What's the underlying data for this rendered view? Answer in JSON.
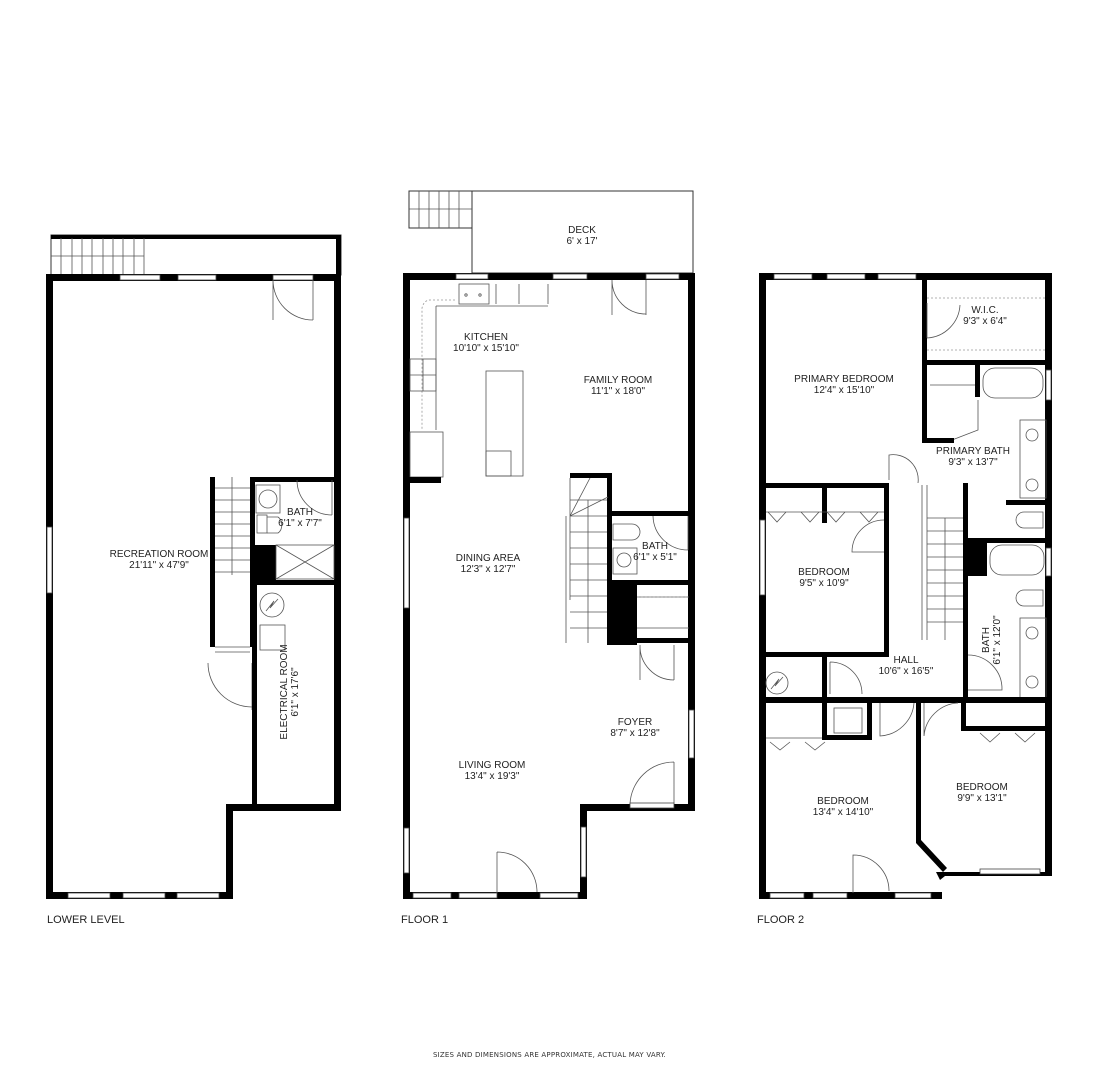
{
  "floors": [
    {
      "label": "LOWER LEVEL",
      "rooms": [
        {
          "name": "RECREATION ROOM",
          "dims": "21'11\" x 47'9\""
        },
        {
          "name": "BATH",
          "dims": "6'1\" x 7'7\""
        },
        {
          "name": "ELECTRICAL ROOM",
          "dims": "6'1\" x 17'6\""
        }
      ]
    },
    {
      "label": "FLOOR 1",
      "rooms": [
        {
          "name": "DECK",
          "dims": "6' x 17'"
        },
        {
          "name": "KITCHEN",
          "dims": "10'10\" x 15'10\""
        },
        {
          "name": "FAMILY ROOM",
          "dims": "11'1\" x 18'0\""
        },
        {
          "name": "DINING AREA",
          "dims": "12'3\" x 12'7\""
        },
        {
          "name": "BATH",
          "dims": "6'1\" x 5'1\""
        },
        {
          "name": "FOYER",
          "dims": "8'7\" x 12'8\""
        },
        {
          "name": "LIVING ROOM",
          "dims": "13'4\" x 19'3\""
        }
      ]
    },
    {
      "label": "FLOOR 2",
      "rooms": [
        {
          "name": "PRIMARY BEDROOM",
          "dims": "12'4\" x 15'10\""
        },
        {
          "name": "W.I.C.",
          "dims": "9'3\" x 6'4\""
        },
        {
          "name": "PRIMARY BATH",
          "dims": "9'3\" x 13'7\""
        },
        {
          "name": "BEDROOM",
          "dims": "9'5\" x 10'9\""
        },
        {
          "name": "HALL",
          "dims": "10'6\" x 16'5\""
        },
        {
          "name": "BATH",
          "dims": "6'1\" x 12'0\""
        },
        {
          "name": "BEDROOM",
          "dims": "13'4\" x 14'10\""
        },
        {
          "name": "BEDROOM",
          "dims": "9'9\" x 13'1\""
        }
      ]
    }
  ],
  "disclaimer": "SIZES AND DIMENSIONS ARE APPROXIMATE, ACTUAL MAY VARY."
}
